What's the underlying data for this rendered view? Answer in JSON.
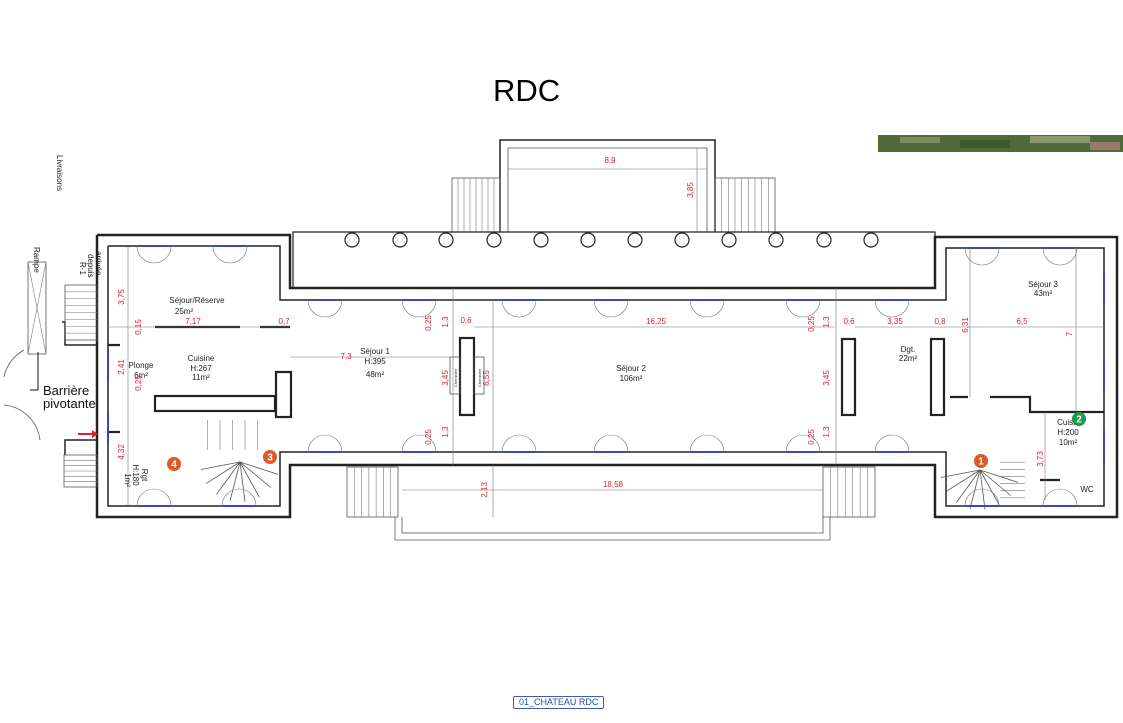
{
  "title": "RDC",
  "footer_label": "01_CHATEAU RDC",
  "colors": {
    "walls": "#222222",
    "dimensions": "#e0202a",
    "windows": "#3b4ba8",
    "marker_orange": "#e0572a",
    "marker_green": "#1a9a4a"
  },
  "exterior": {
    "livraisons": "Livraisons",
    "rampe": "Rampe",
    "arrivee": "arrivée",
    "depuis": "depuis",
    "r1": "R-1",
    "barriere": "Barrière",
    "pivotante": "pivotante"
  },
  "rooms": {
    "sejour_reserve": {
      "name": "Séjour/Réserve",
      "area": "25m²"
    },
    "plonge": {
      "name": "Plonge",
      "area": "6m²"
    },
    "cuisine": {
      "name": "Cuisine",
      "height": "H:267",
      "area": "11m²"
    },
    "rgt": {
      "name": "Rgt",
      "height": "H:180",
      "area": "1m²"
    },
    "sejour1": {
      "name": "Séjour 1",
      "height": "H:395",
      "area": "48m²"
    },
    "sejour2": {
      "name": "Séjour 2",
      "area": "106m²"
    },
    "dgt": {
      "name": "Dgt.",
      "area": "22m²"
    },
    "sejour3": {
      "name": "Séjour 3",
      "area": "43m²"
    },
    "cuisine2": {
      "name": "Cuisi",
      "height": "H:200",
      "area": "10m²"
    },
    "wc": {
      "name": "WC"
    },
    "cheminee": "Cheminée"
  },
  "dimensions": {
    "d375": "3,75",
    "d717": "7,17",
    "d015": "0,15",
    "d07": "0,7",
    "d241": "2,41",
    "d025a": "0,25",
    "d432": "4,32",
    "d73": "7,3",
    "d025b": "0,25",
    "d13a": "1,3",
    "d06a": "0,6",
    "d1625": "16,25",
    "d025c": "0,25",
    "d13b": "1,3",
    "d06b": "0,6",
    "d335": "3,35",
    "d08": "0,8",
    "d631": "6,31",
    "d65": "6,5",
    "d7": "7",
    "d345a": "3,45",
    "d655": "6,55",
    "d345b": "3,45",
    "d025d": "0,25",
    "d13c": "1,3",
    "d025e": "0,25",
    "d13d": "1,3",
    "d373": "3,73",
    "d213": "2,13",
    "d1858": "18,58",
    "d89": "8,9",
    "d385": "3,85"
  },
  "markers": [
    {
      "number": "1",
      "color": "orange"
    },
    {
      "number": "2",
      "color": "green"
    },
    {
      "number": "3",
      "color": "orange"
    },
    {
      "number": "4",
      "color": "orange"
    }
  ]
}
